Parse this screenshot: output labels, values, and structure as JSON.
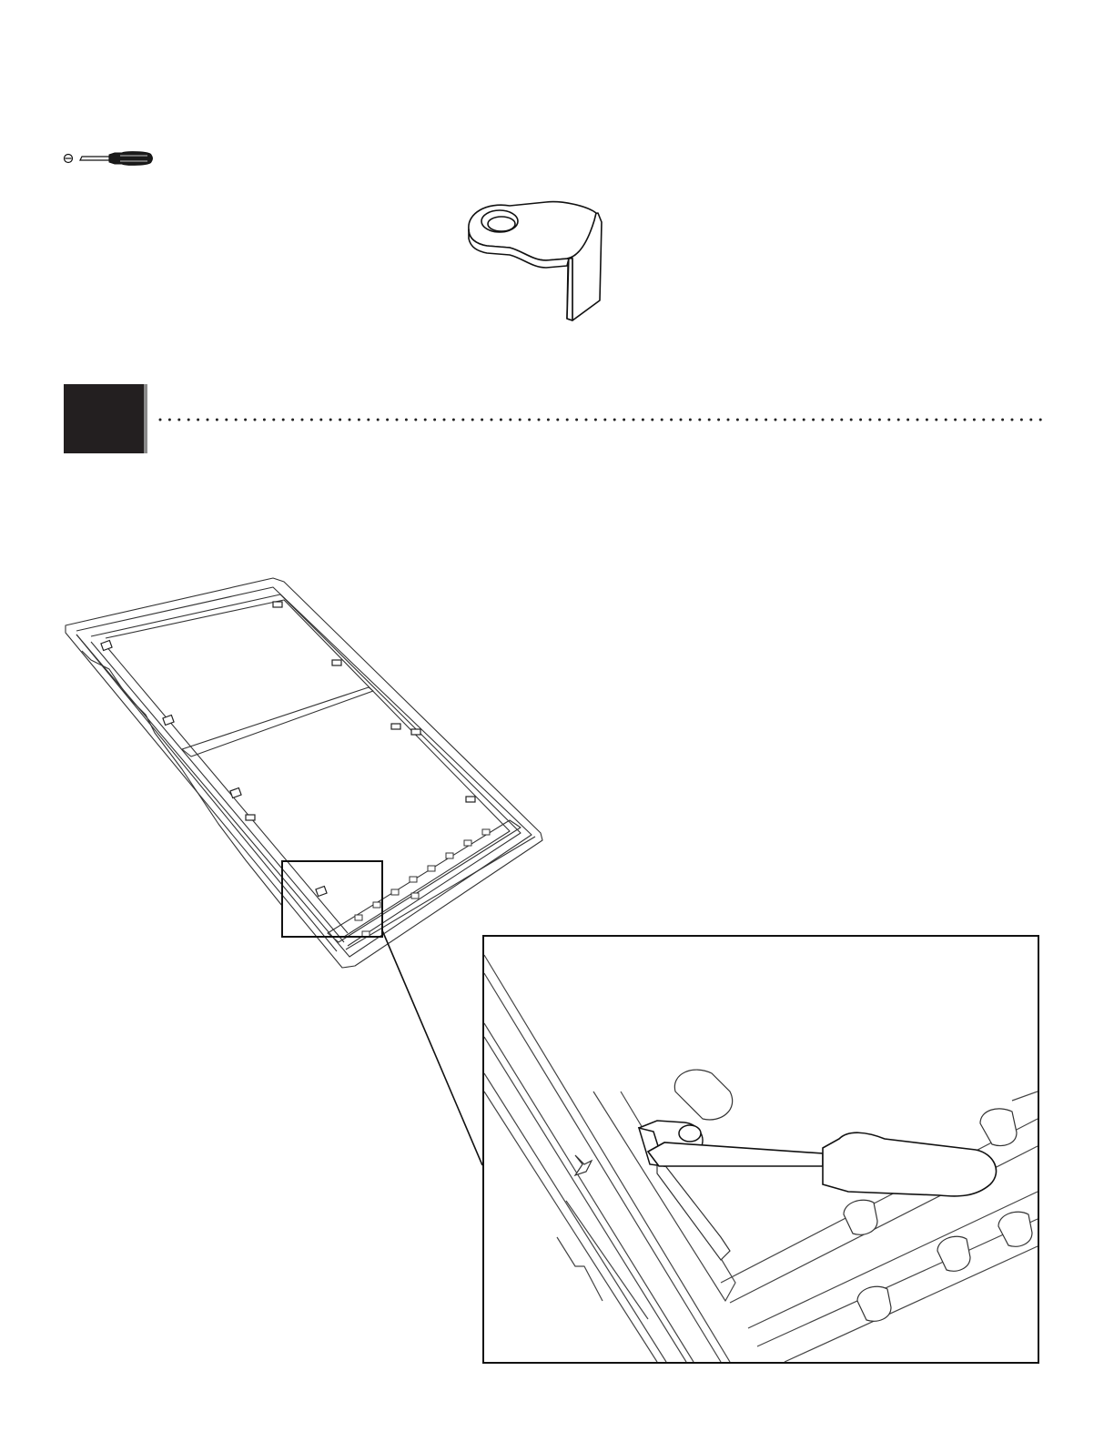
{
  "tools": [
    {
      "icon": "screwdriver-icon"
    }
  ],
  "part": {
    "icon": "bracket-part-icon"
  },
  "step": {
    "badge_color": "#231f20",
    "badge_shadow": "#8a8a8a",
    "divider": "dotted"
  },
  "figures": {
    "overview": "panel-assembly-overview",
    "detail": "detail-inset-screwdriver-attaching-bracket"
  }
}
